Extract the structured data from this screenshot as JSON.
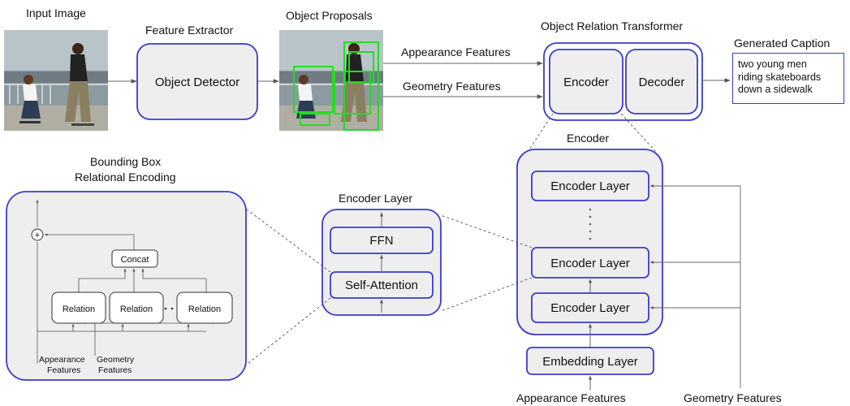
{
  "titles": {
    "input_image": "Input Image",
    "feature_extractor": "Feature Extractor",
    "object_proposals": "Object Proposals",
    "object_relation_transformer": "Object Relation Transformer",
    "generated_caption": "Generated Caption",
    "bounding_box": "Bounding Box",
    "relational_encoding": "Relational Encoding",
    "encoder_layer": "Encoder Layer",
    "encoder": "Encoder"
  },
  "boxes": {
    "object_detector": "Object Detector",
    "encoder": "Encoder",
    "decoder": "Decoder",
    "ffn": "FFN",
    "self_attention": "Self-Attention",
    "encoder_layer": "Encoder Layer",
    "embedding_layer": "Embedding Layer",
    "concat": "Concat",
    "relation": "Relation",
    "plus_symbol": "+"
  },
  "arrows": {
    "appearance_features": "Appearance  Features",
    "geometry_features": "Geometry Features"
  },
  "caption_lines": [
    "two  young  men",
    "riding skateboards",
    "down a sidewalk"
  ],
  "detail_inputs": {
    "appearance_1": "Appearance",
    "appearance_2": "Features",
    "geometry_1": "Geometry",
    "geometry_2": "Features"
  },
  "bottom_inputs": {
    "appearance": "Appearance Features",
    "geometry": "Geometry Features"
  },
  "colors": {
    "box_border": "#3b3bcc",
    "box_fill": "#eeeeee",
    "proposal_box": "#22dd22",
    "line": "#666666"
  }
}
